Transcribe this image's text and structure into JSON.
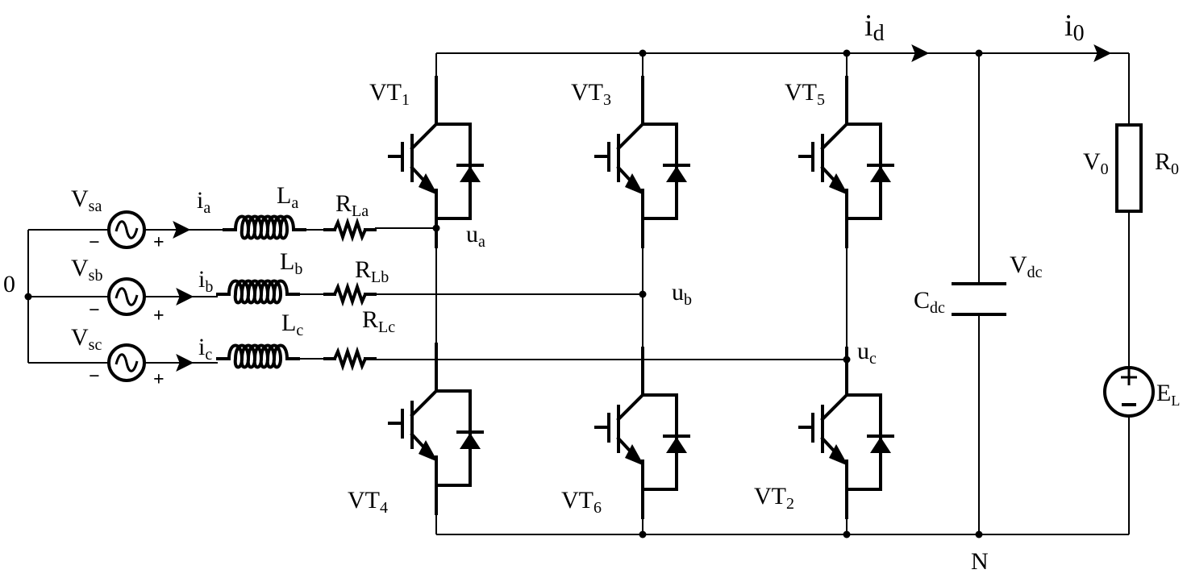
{
  "labels": {
    "VT1": "VT",
    "VT1_sub": "1",
    "VT3": "VT",
    "VT3_sub": "3",
    "VT5": "VT",
    "VT5_sub": "5",
    "VT4": "VT",
    "VT4_sub": "4",
    "VT6": "VT",
    "VT6_sub": "6",
    "VT2": "VT",
    "VT2_sub": "2",
    "Vsa": "V",
    "Vsa_sub": "sa",
    "Vsb": "V",
    "Vsb_sub": "sb",
    "Vsc": "V",
    "Vsc_sub": "sc",
    "ia": "i",
    "ia_sub": "a",
    "ib": "i",
    "ib_sub": "b",
    "ic": "i",
    "ic_sub": "c",
    "La": "L",
    "La_sub": "a",
    "Lb": "L",
    "Lb_sub": "b",
    "Lc": "L",
    "Lc_sub": "c",
    "RLa": "R",
    "RLa_sub": "La",
    "RLb": "R",
    "RLb_sub": "Lb",
    "RLc": "R",
    "RLc_sub": "Lc",
    "ua": "u",
    "ua_sub": "a",
    "ub": "u",
    "ub_sub": "b",
    "uc": "u",
    "uc_sub": "c",
    "id": "i",
    "id_sub": "d",
    "i0": "i",
    "i0_sub": "0",
    "Cdc": "C",
    "Cdc_sub": "dc",
    "Vdc": "V",
    "Vdc_sub": "dc",
    "V0": "V",
    "V0_sub": "0",
    "R0": "R",
    "R0_sub": "0",
    "EL": "E",
    "EL_sub": "L",
    "neutral": "0",
    "N": "N",
    "minus": "−",
    "plus": "+"
  }
}
